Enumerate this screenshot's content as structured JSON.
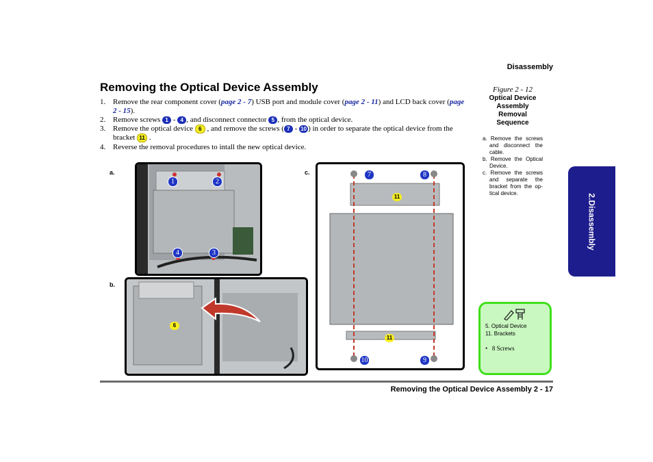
{
  "header": {
    "section": "Disassembly"
  },
  "title": "Removing the Optical Device Assembly",
  "steps": [
    {
      "num": "1.",
      "t1": "Remove the rear component cover (",
      "l1": "page 2 - 7",
      "t2": ") USB port and module cover (",
      "l2": "page 2 - 11",
      "t3": ") and LCD back cover (",
      "l3": "page 2 - 15",
      "t4": ")."
    },
    {
      "num": "2.",
      "t1": "Remove screws ",
      "b1": "1",
      "t2": " - ",
      "b2": "4",
      "t3": ", and disconnect connector ",
      "b3": "5",
      "t4": ", from the optical device."
    },
    {
      "num": "3.",
      "t1": "Remove the optical device ",
      "b1": "6",
      "t2": " , and remove the screws (",
      "b2": "7",
      "t3": " - ",
      "b3": "10",
      "t4": ") in order to separate the optical device from the bracket ",
      "b4": "11",
      "t5": " ."
    },
    {
      "num": "4.",
      "t1": "Reverse the removal procedures to intall the new optical device."
    }
  ],
  "figure": {
    "number": "Figure 2 - 12",
    "title_lines": [
      "Optical Device",
      "Assembly",
      "Removal",
      "Sequence"
    ],
    "sequence": [
      "a. Remove the screws and disconnect the cable.",
      "b. Remove the Optical Device.",
      "c. Remove the screws and separate the bracket from the op-tical device."
    ],
    "labels": {
      "a": "a.",
      "b": "b.",
      "c": "c."
    },
    "callouts_a": [
      "1",
      "2",
      "4",
      "3"
    ],
    "callout_b": "6",
    "callouts_c": [
      "7",
      "8",
      "11",
      "11",
      "10",
      "9"
    ]
  },
  "side_tab": "2.Disassembly",
  "note": {
    "items": [
      "5.  Optical Device",
      "11. Brackets"
    ],
    "bullet": "8 Screws"
  },
  "footer": {
    "text": "Removing the Optical Device Assembly  2  -  17"
  },
  "colors": {
    "tab": "#1d1d8d",
    "note_bg": "#c9f8c0",
    "note_border": "#3fdf1a",
    "link": "#1a2aa0",
    "callout_blue": "#1f36c4",
    "callout_yellow": "#f6ee1f"
  }
}
